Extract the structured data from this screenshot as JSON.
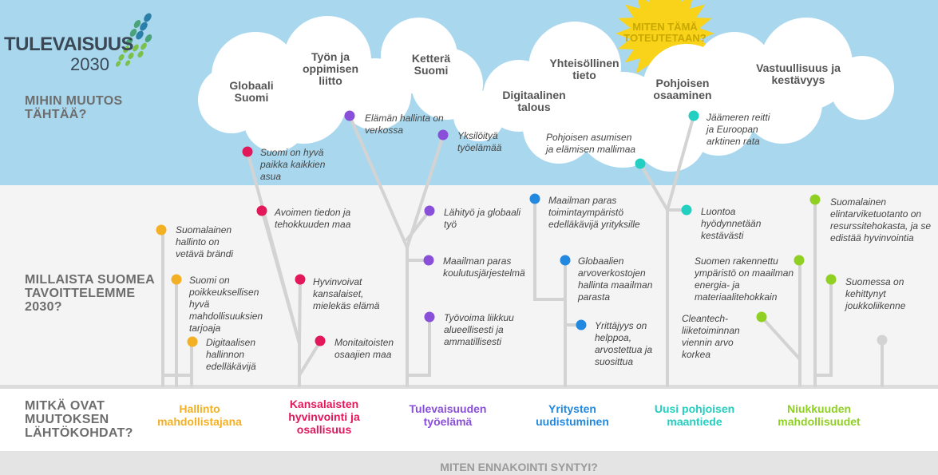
{
  "logo": {
    "name": "TULEVAISUUS",
    "year": "2030"
  },
  "questions": {
    "mihin": "MIHIN MUUTOS TÄHTÄÄ?",
    "millaista": "MILLAISTA SUOMEA TAVOITTELEMME 2030?",
    "lahtokohdat": "MITKÄ OVAT MUUTOKSEN LÄHTÖKOHDAT?"
  },
  "sun_label": "MITEN TÄMÄ TOTEUTETAAN?",
  "goals": [
    "Globaali Suomi",
    "Työn ja oppimisen liitto",
    "Ketterä Suomi",
    "Digitaalinen talous",
    "Yhteisöllinen tieto",
    "Pohjoisen osaaminen",
    "Vastuullisuus ja kestävyys"
  ],
  "items": {
    "hallinto_1": "Suomalainen hallinto on vetävä brändi",
    "hallinto_2": "Suomi on poikkeuksellisen hyvä mahdollisuuksien tarjoaja",
    "hallinto_3": "Digitaalisen hallinnon edelläkävijä",
    "kansa_1": "Suomi on hyvä paikka kaikkien asua",
    "kansa_2": "Avoimen tiedon ja tehokkuuden maa",
    "kansa_3": "Hyvinvoivat kansalaiset, mielekäs elämä",
    "kansa_4": "Monitaitoisten osaajien maa",
    "tyo_1": "Elämän hallinta on verkossa",
    "tyo_2": "Yksilöityä työelämää",
    "tyo_3": "Lähityö ja globaali työ",
    "tyo_4": "Maailman paras koulutusjärjestelmä",
    "tyo_5": "Työvoima liikkuu alueellisesti ja ammatillisesti",
    "yritys_1": "Maailman paras toimintaympäristö edelläkävijä yrityksille",
    "yritys_2": "Globaalien arvoverkostojen hallinta maailman parasta",
    "yritys_3": "Yrittäjyys on helppoa, arvostettua ja suosittua",
    "pohj_1": "Jäämeren reitti ja Euroopan arktinen rata",
    "pohj_2": "Pohjoisen asumisen ja elämisen mallimaa",
    "pohj_3": "Luontoa hyödynnetään kestävästi",
    "niuk_1": "Suomalainen elintarviketuotanto on resurssitehokasta, ja se edistää hyvinvointia",
    "niuk_2": "Suomen rakennettu ympäristö on maailman energia- ja materiaalitehokkain",
    "niuk_3": "Suomessa on kehittynyt joukkoliikenne",
    "niuk_4": "Cleantech-liiketoiminnan viennin arvo korkea"
  },
  "categories": {
    "hallinto": "Hallinto mahdollistajana",
    "kansa": "Kansalaisten hyvinvointi ja osallisuus",
    "tyo": "Tulevaisuuden työelämä",
    "yritys": "Yritysten uudistuminen",
    "pohj": "Uusi pohjoisen maantiede",
    "niuk": "Niukkuuden mahdollisuudet"
  },
  "colors": {
    "hallinto": "#f4b024",
    "kansa": "#e2185b",
    "tyo": "#8a4fd8",
    "yritys": "#2389e0",
    "pohj": "#22cfc0",
    "niuk": "#8fd023",
    "stem": "#d3d3d3",
    "sky": "#a9d8ee",
    "sun": "#f9d21a"
  },
  "footer": "MITEN ENNAKOINTI SYNTYI?"
}
